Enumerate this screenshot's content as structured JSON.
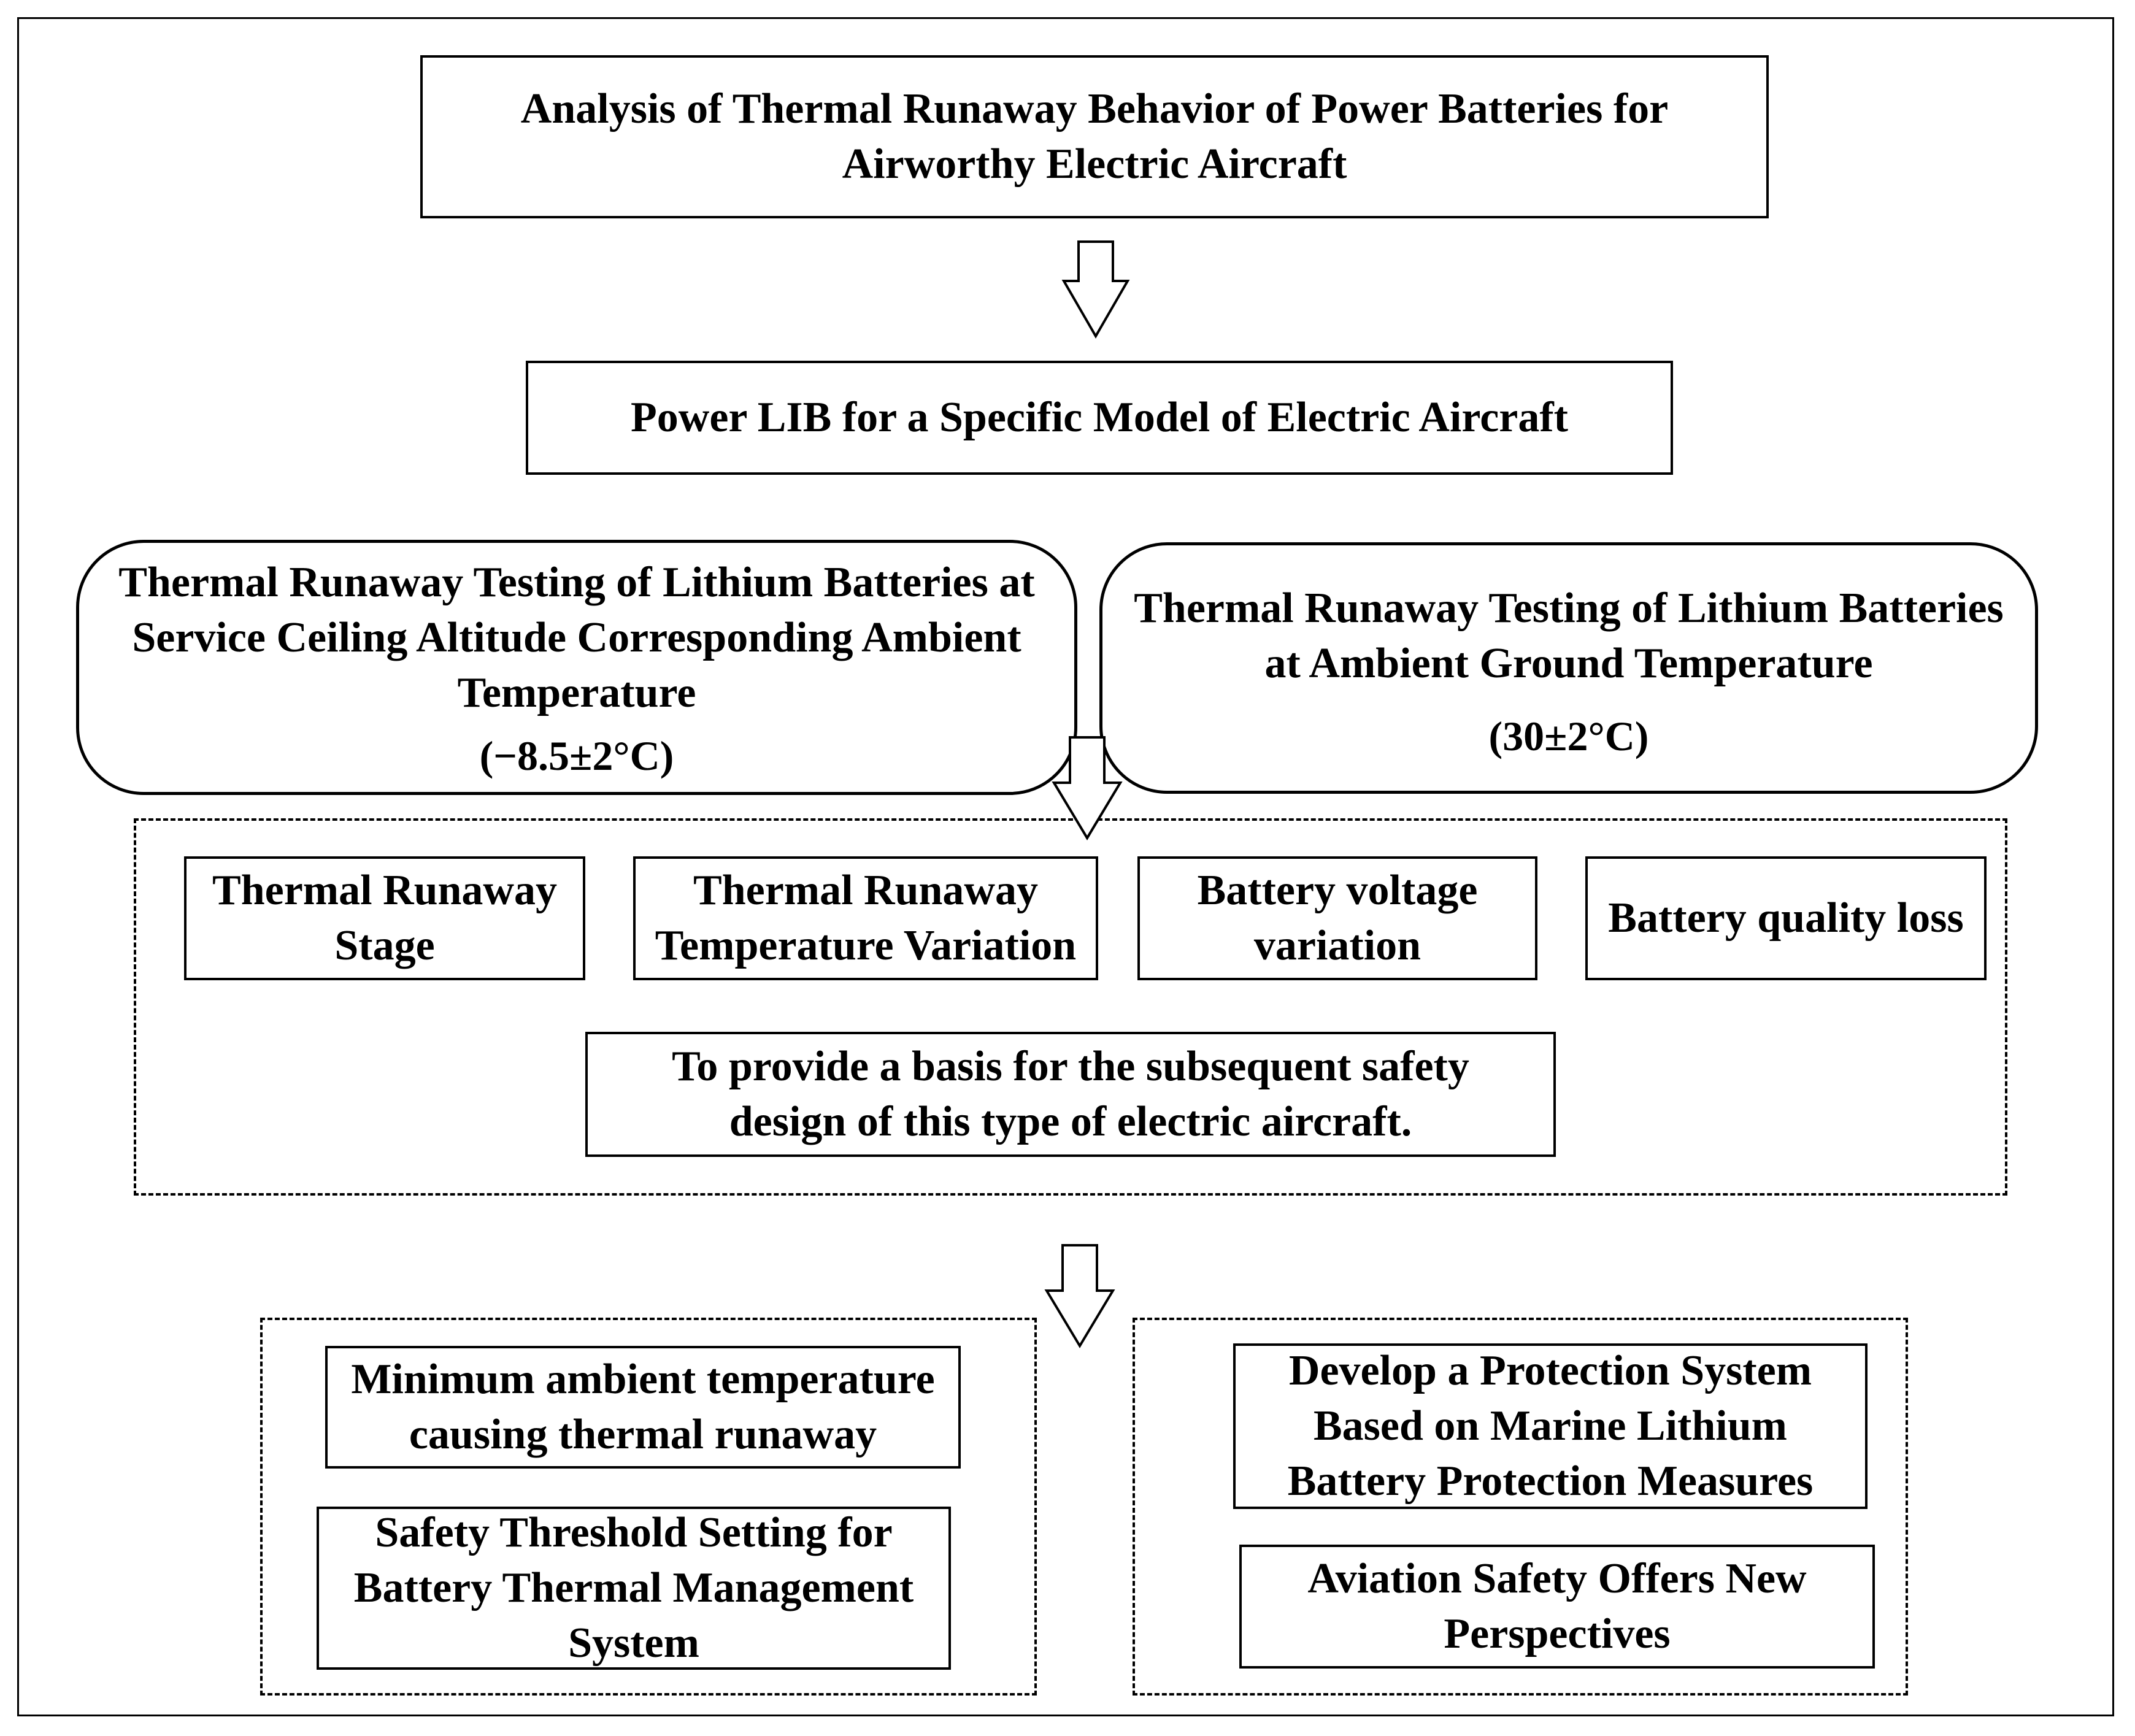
{
  "title_box": {
    "text": "Analysis of Thermal Runaway Behavior of Power Batteries for\nAirworthy Electric Aircraft"
  },
  "model_box": {
    "text": "Power LIB for a Specific Model of Electric Aircraft"
  },
  "test_left": {
    "text": "Thermal Runaway Testing of Lithium Batteries at\nService Ceiling Altitude Corresponding Ambient\nTemperature",
    "temperature": "(−8.5±2°C)"
  },
  "test_right": {
    "text": "Thermal Runaway Testing of Lithium Batteries\nat Ambient Ground Temperature",
    "temperature": "(30±2°C)"
  },
  "metrics": [
    {
      "label": "Thermal Runaway\nStage"
    },
    {
      "label": "Thermal Runaway\nTemperature Variation"
    },
    {
      "label": "Battery voltage\nvariation"
    },
    {
      "label": "Battery quality loss"
    }
  ],
  "basis_box": {
    "text": "To provide a basis for the subsequent safety\ndesign of this type of electric aircraft."
  },
  "left_outcomes": [
    {
      "label": "Minimum ambient temperature\ncausing thermal runaway"
    },
    {
      "label": "Safety Threshold Setting for\nBattery Thermal Management\nSystem"
    }
  ],
  "right_outcomes": [
    {
      "label": "Develop a Protection System\nBased on Marine Lithium\nBattery Protection Measures"
    },
    {
      "label": "Aviation Safety Offers New\nPerspectives"
    }
  ]
}
